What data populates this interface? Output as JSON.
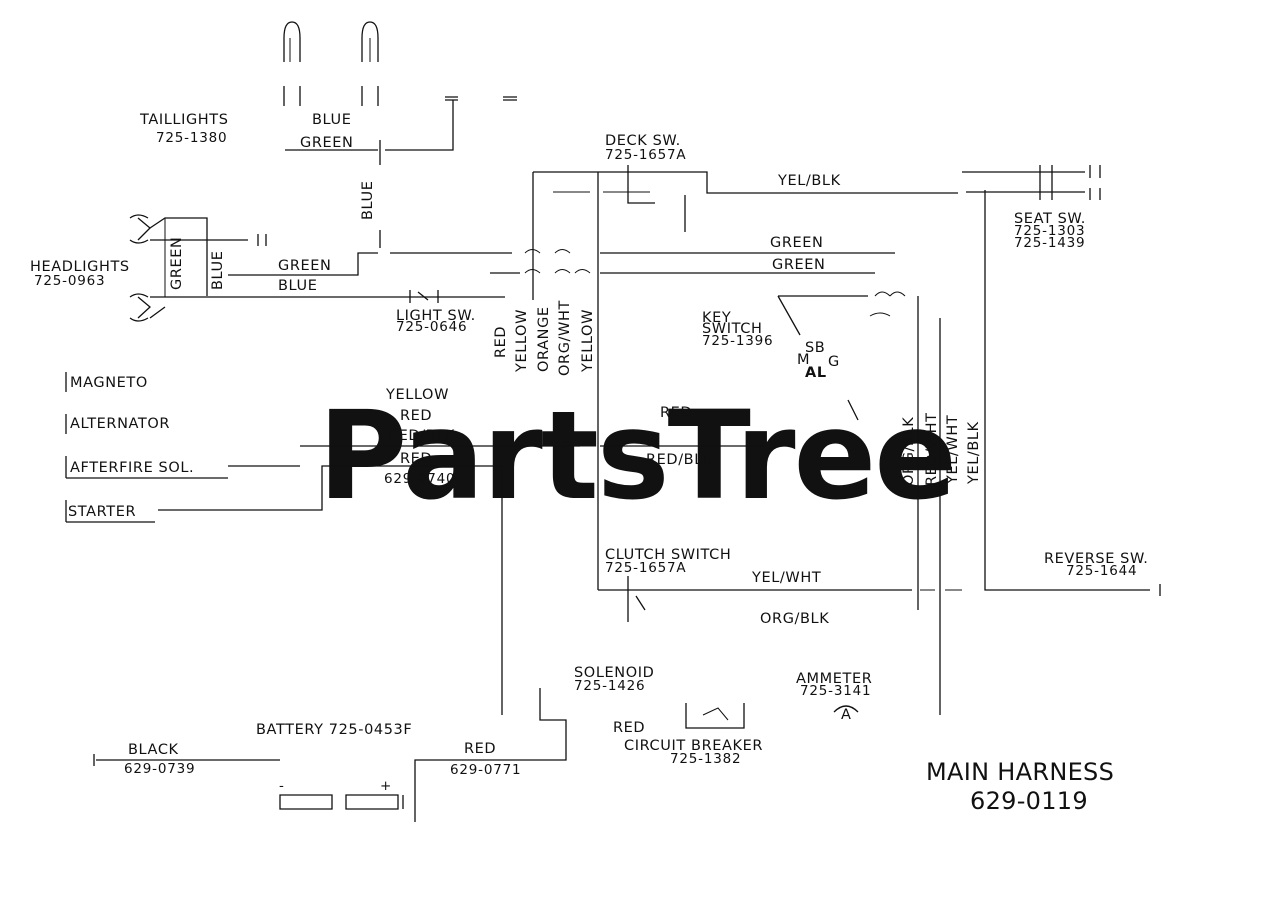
{
  "watermark": "PartsTree",
  "title": {
    "line1": "MAIN HARNESS",
    "line2": "629-0119"
  },
  "components": {
    "taillights": {
      "name": "TAILLIGHTS",
      "part": "725-1380"
    },
    "headlights": {
      "name": "HEADLIGHTS",
      "part": "725-0963"
    },
    "light_switch": {
      "name": "LIGHT SW.",
      "part": "725-0646"
    },
    "deck_switch": {
      "name": "DECK SW.",
      "part": "725-1657A"
    },
    "seat_switch": {
      "name": "SEAT SW.",
      "part1": "725-1303",
      "part2": "725-1439"
    },
    "key_switch": {
      "name1": "KEY",
      "name2": "SWITCH",
      "part": "725-1396",
      "terminals_top": "SB",
      "terminal_m": "M",
      "terminal_g": "G",
      "terminals_bottom": "AL"
    },
    "magneto": "MAGNETO",
    "alternator": "ALTERNATOR",
    "afterfire": "AFTERFIRE SOL.",
    "starter": "STARTER",
    "clutch_switch": {
      "name": "CLUTCH SWITCH",
      "part": "725-1657A"
    },
    "reverse_switch": {
      "name": "REVERSE SW.",
      "part": "725-1644"
    },
    "solenoid": {
      "name": "SOLENOID",
      "part": "725-1426"
    },
    "ammeter": {
      "name": "AMMETER",
      "part": "725-3141",
      "symbol": "A"
    },
    "circuit_breaker": {
      "name": "CIRCUIT BREAKER",
      "part": "725-1382"
    },
    "battery": {
      "name": "BATTERY 725-0453F",
      "minus": "-",
      "plus": "+"
    }
  },
  "wires": {
    "tail_blue": "BLUE",
    "tail_green": "GREEN",
    "vertical_blue": "BLUE",
    "head_green_vertical": "GREEN",
    "head_blue_vertical": "BLUE",
    "head_green": "GREEN",
    "head_blue": "BLUE",
    "deck_yel_blk": "YEL/BLK",
    "green_1": "GREEN",
    "green_2": "GREEN",
    "v_red": "RED",
    "v_yellow": "YELLOW",
    "v_orange": "ORANGE",
    "v_org_wht": "ORG/WHT",
    "v_yellow_2": "YELLOW",
    "h_yellow": "YELLOW",
    "h_red": "RED",
    "h_red_blk": "RED/BLK",
    "h_red_2": "RED",
    "starter_harness": "629-0740",
    "key_red": "RED",
    "key_red_blk": "RED/BLK",
    "v_org_blk": "ORG/BLK",
    "v_red_wht": "RED/WHT",
    "v_yel_wht": "YEL/WHT",
    "v_yel_blk": "YEL/BLK",
    "clutch_yel_wht": "YEL/WHT",
    "clutch_org_blk": "ORG/BLK",
    "battery_black": "BLACK",
    "battery_black_part": "629-0739",
    "battery_red": "RED",
    "battery_red_part": "629-0771",
    "breaker_red": "RED"
  }
}
